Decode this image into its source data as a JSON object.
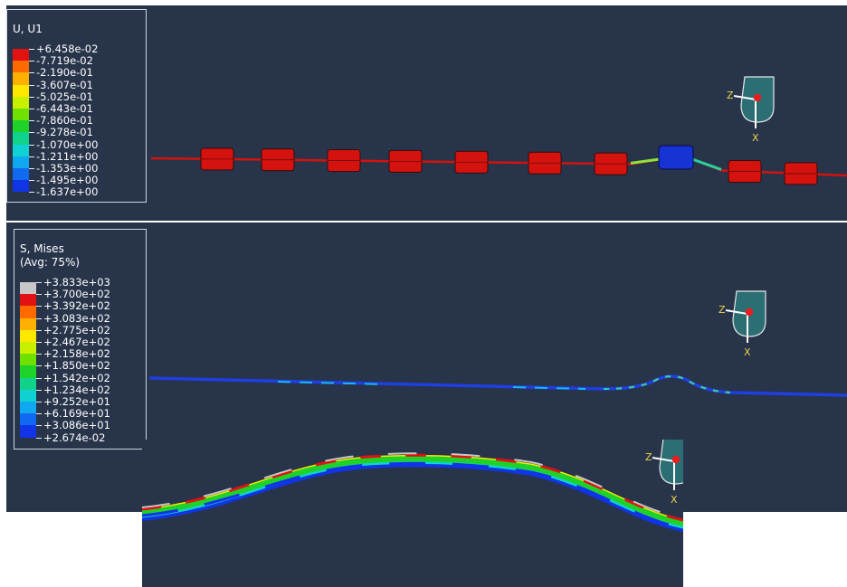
{
  "colors": {
    "background": "#27344a",
    "mesh_red": "#d4130f",
    "mesh_blue": "#1633d6",
    "triad_fill": "#2b6e73",
    "triad_label": "#f0d44a"
  },
  "panel_u1": {
    "legend": {
      "title": "U, U1",
      "labels": [
        "+6.458e-02",
        "-7.719e-02",
        "-2.190e-01",
        "-3.607e-01",
        "-5.025e-01",
        "-6.443e-01",
        "-7.860e-01",
        "-9.278e-01",
        "-1.070e+00",
        "-1.211e+00",
        "-1.353e+00",
        "-1.495e+00",
        "-1.637e+00"
      ],
      "swatches": [
        "#e01212",
        "#ff6a00",
        "#ffb000",
        "#ffe800",
        "#c8f000",
        "#6fe000",
        "#1ed22a",
        "#10d28a",
        "#10d2d2",
        "#10a8f0",
        "#106af0",
        "#1034e6"
      ]
    },
    "triad": {
      "z": "Z",
      "x": "X"
    }
  },
  "panel_mises": {
    "legend": {
      "title": "S, Mises",
      "subtitle": "(Avg: 75%)",
      "labels": [
        "+3.833e+03",
        "+3.700e+02",
        "+3.392e+02",
        "+3.083e+02",
        "+2.775e+02",
        "+2.467e+02",
        "+2.158e+02",
        "+1.850e+02",
        "+1.542e+02",
        "+1.234e+02",
        "+9.252e+01",
        "+6.169e+01",
        "+3.086e+01",
        "+2.674e-02"
      ],
      "swatches": [
        "#c8c8c8",
        "#e01212",
        "#ff6a00",
        "#ffb000",
        "#ffe800",
        "#c8f000",
        "#6fe000",
        "#1ed22a",
        "#10d28a",
        "#10d2d2",
        "#10a8f0",
        "#106af0",
        "#1034e6"
      ]
    },
    "triad": {
      "z": "Z",
      "x": "X"
    }
  },
  "panel_zoom": {
    "triad": {
      "z": "Z",
      "x": "X"
    }
  }
}
